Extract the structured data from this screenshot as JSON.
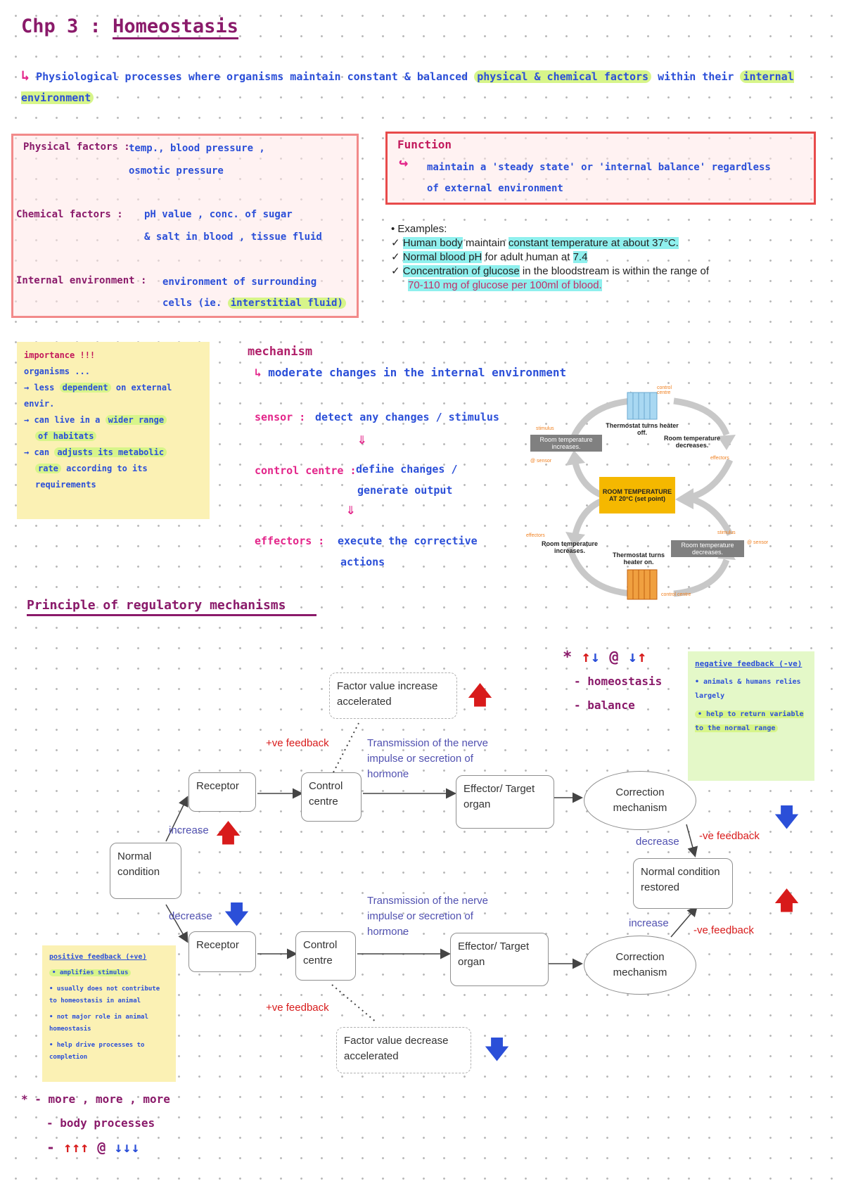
{
  "header": {
    "chapter": "Chp 3 :",
    "topic": "Homeostasis"
  },
  "definition": {
    "arrow": "↳",
    "text": "Physiological processes where organisms maintain constant & balanced",
    "hl1": "physical & chemical factors",
    "mid": "within their",
    "hl2": "internal environment"
  },
  "factors_box": {
    "physical_label": "Physical factors :",
    "physical_line1": "temp., blood pressure ,",
    "physical_line2": "osmotic pressure",
    "chemical_label": "Chemical factors :",
    "chemical_line1": "pH value , conc. of sugar",
    "chemical_line2": "& salt in blood , tissue fluid",
    "internal_label": "Internal environment :",
    "internal_line1": "environment of surrounding",
    "internal_line2_pre": "cells (ie.",
    "internal_line2_hl": "interstitial fluid)"
  },
  "function_box": {
    "title": "Function",
    "arrow": "↪",
    "line1": "maintain a 'steady state' or 'internal balance' regardless",
    "line2": "of external environment"
  },
  "examples": {
    "heading": "• Examples:",
    "check": "✓",
    "ex1_hl1": "Human body",
    "ex1_mid": " maintain ",
    "ex1_hl2": "constant temperature at about 37°C.",
    "ex2_hl1": "Normal blood pH",
    "ex2_mid": " for adult human at ",
    "ex2_hl2": "7.4",
    "ex3_hl1": "Concentration of glucose",
    "ex3_mid": " in the bloodstream is within the range of",
    "ex3_line2": "70-110 mg of glucose per 100ml of blood."
  },
  "importance": {
    "title": "importance !!!",
    "subtitle": "organisms ...",
    "b1_pre": "→ less",
    "b1_hl": "dependent",
    "b1_post": "on external envir.",
    "b2_pre": "→ can live in a",
    "b2_hl1": "wider range",
    "b2_hl2": "of habitats",
    "b3_pre": "→ can",
    "b3_hl1": "adjusts its metabolic",
    "b3_hl2": "rate",
    "b3_post1": "according to its",
    "b3_post2": "requirements"
  },
  "mechanism": {
    "title": "mechanism",
    "arrow": "↳",
    "subtitle": "moderate changes in the internal environment",
    "sensor_label": "sensor :",
    "sensor_text": "detect any changes / stimulus",
    "down_arrow": "⇓",
    "control_label": "control centre :",
    "control_text1": "define changes /",
    "control_text2": "generate output",
    "effector_label": "effectors :",
    "effector_text1": "execute the corrective",
    "effector_text2": "actions"
  },
  "thermostat": {
    "top_label": "Thermostat turns heater off.",
    "left_top": "Room temperature increases.",
    "right_top": "Room temperature decreases.",
    "center": "ROOM TEMPERATURE AT 20°C (set point)",
    "left_bottom": "Room temperature increases.",
    "bottom_label": "Thermostat turns heater on.",
    "right_bottom": "Room temperature decreases.",
    "ann_stimulus1": "stimulus",
    "ann_sensor1": "@ sensor",
    "ann_control1": "control centre",
    "ann_effectors1": "effectors",
    "ann_effectors2": "effectors",
    "ann_stimulus2": "stimulus",
    "ann_sensor2": "@ sensor",
    "ann_control2": "control centre"
  },
  "principle": {
    "title": "Principle of regulatory mechanisms"
  },
  "top_right_note": {
    "star": "*",
    "arrows1_up": "↑",
    "arrows1_down": "↓",
    "at": "@",
    "arrows2_down": "↓",
    "arrows2_up": "↑",
    "item1": "- homeostasis",
    "item2": "- balance"
  },
  "negative_note": {
    "title": "negative feedback (-ve)",
    "b1": "• animals & humans relies largely",
    "b2": "• help to return variable to the normal range"
  },
  "positive_note": {
    "title": "positive feedback (+ve)",
    "b1": "• amplifies stimulus",
    "b2": "• usually does not contribute to homeostasis in animal",
    "b3": "• not major role in animal homeostasis",
    "b4": "• help drive processes to completion"
  },
  "bottom_note": {
    "star": "*",
    "line1": "- more , more , more",
    "line2": "- body processes",
    "line3_pre": "-",
    "line3_up": "↑↑↑",
    "line3_at": "@",
    "line3_down": "↓↓↓"
  },
  "flowchart": {
    "normal_condition": "Normal condition",
    "receptor": "Receptor",
    "control_centre": "Control centre",
    "effector": "Effector/ Target organ",
    "correction": "Correction mechanism",
    "restored": "Normal condition restored",
    "increase": "increase",
    "decrease": "decrease",
    "transmission": "Transmission of the nerve impulse or secretion of hormone",
    "pos_feedback": "+ve feedback",
    "neg_feedback": "-ve feedback",
    "factor_increase": "Factor value increase accelerated",
    "factor_decrease": "Factor value decrease accelerated",
    "up_arrow": "🡅",
    "down_arrow": "🡇"
  }
}
